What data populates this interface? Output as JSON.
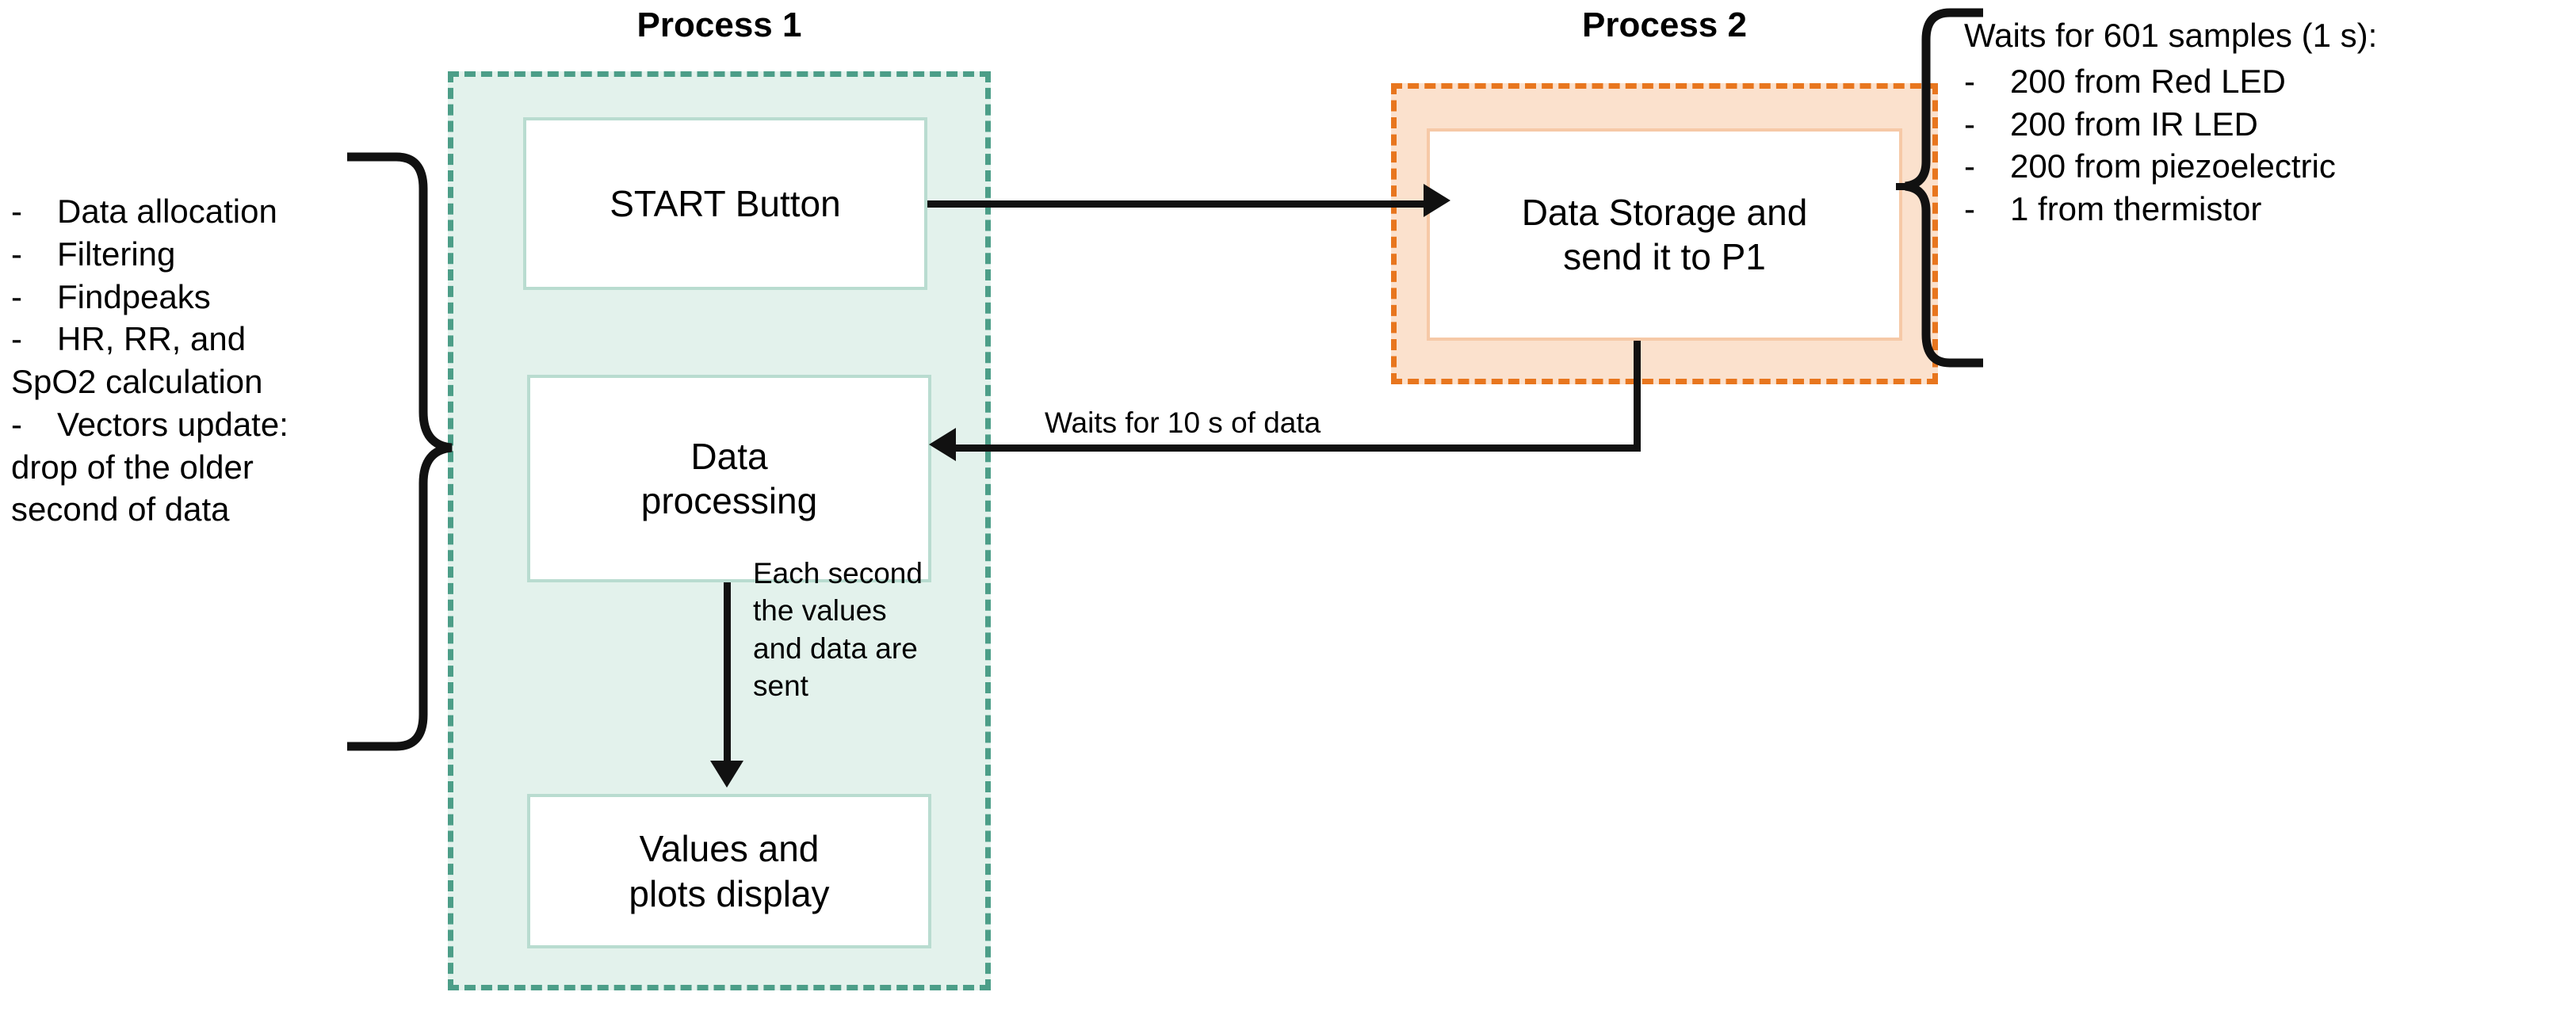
{
  "diagram": {
    "groups": [
      {
        "id": "process1",
        "title": "Process 1",
        "accent": "#4c9e88",
        "fill": "#e3f2ec"
      },
      {
        "id": "process2",
        "title": "Process 2",
        "accent": "#e8761e",
        "fill": "#fbe1cd"
      }
    ],
    "nodes": [
      {
        "id": "start",
        "label": "START Button"
      },
      {
        "id": "proc",
        "label_line1": "Data",
        "label_line2": "processing"
      },
      {
        "id": "display",
        "label_line1": "Values and",
        "label_line2": "plots display"
      },
      {
        "id": "storage",
        "label_line1": "Data Storage and",
        "label_line2": "send it to P1"
      }
    ],
    "edges": [
      {
        "id": "start-to-storage",
        "label": ""
      },
      {
        "id": "storage-to-proc",
        "label": "Waits for 10 s of data"
      },
      {
        "id": "proc-to-display",
        "label": "Each second the values and data are sent"
      }
    ],
    "left_note": {
      "bullets": [
        "Data allocation",
        "Filtering",
        "Findpeaks",
        "HR, RR, and"
      ],
      "continuation": "SpO2 calculation",
      "last_bullet": "Vectors update:",
      "last_continuation_line1": "drop of the older",
      "last_continuation_line2": "second of data",
      "dash": "-"
    },
    "right_note": {
      "heading": "Waits for 601 samples (1 s):",
      "bullets": [
        "200 from Red LED",
        "200 from IR LED",
        "200 from piezoelectric",
        "1 from thermistor"
      ],
      "dash": "-"
    },
    "edge_label_proc_to_display": {
      "line1": "Each second",
      "line2": "the values",
      "line3": "and data are",
      "line4": "sent"
    }
  }
}
